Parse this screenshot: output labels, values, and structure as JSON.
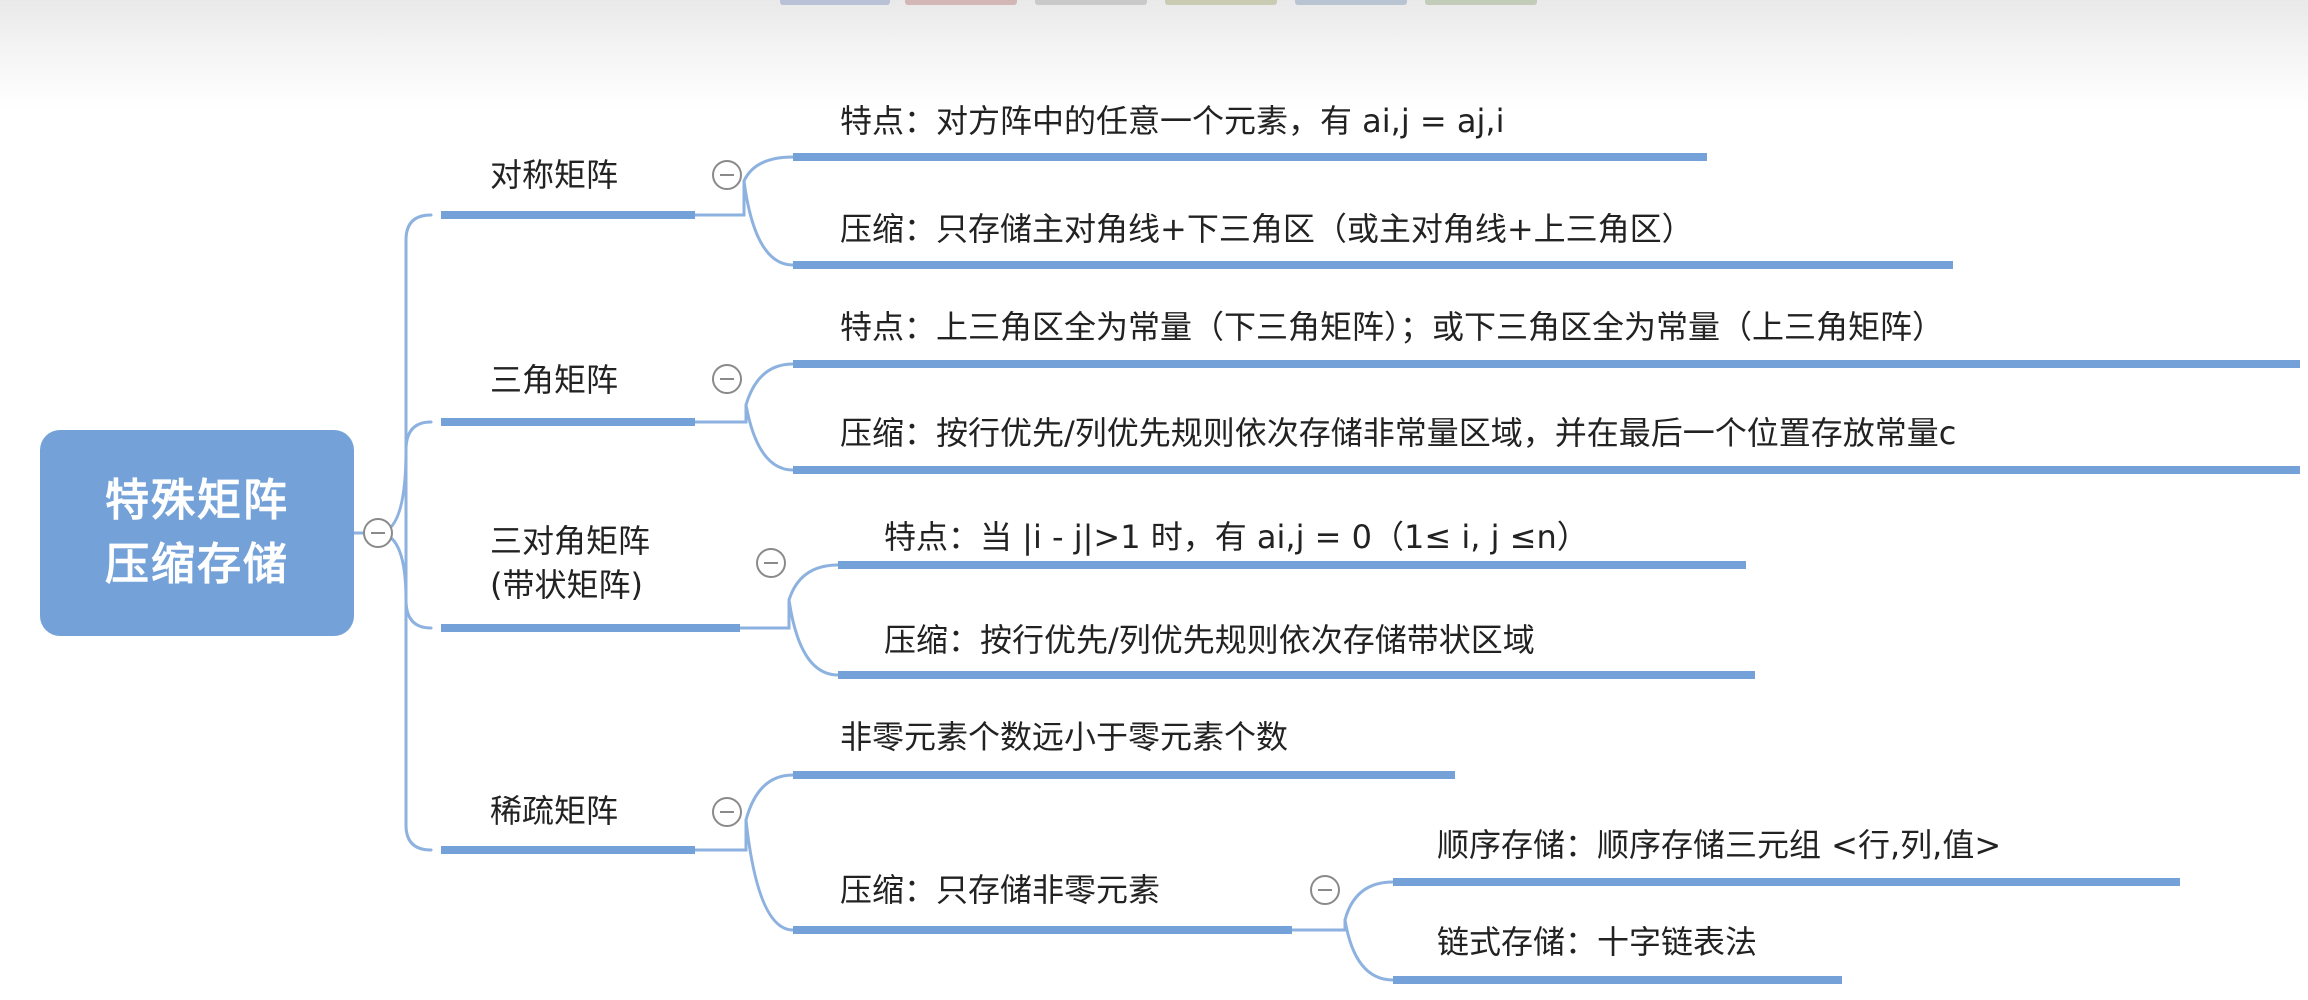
{
  "colors": {
    "root_fill": "#74a2d8",
    "line": "#74a2d8",
    "connector": "#8db2df",
    "text": "#222222"
  },
  "root": {
    "line1": "特殊矩阵",
    "line2": "压缩存储"
  },
  "branches": [
    {
      "title": "对称矩阵",
      "children": [
        {
          "text": "特点：对方阵中的任意一个元素，有 ai,j = aj,i"
        },
        {
          "text": "压缩：只存储主对角线+下三角区（或主对角线+上三角区）"
        }
      ]
    },
    {
      "title": "三角矩阵",
      "children": [
        {
          "text": "特点：上三角区全为常量（下三角矩阵）；或下三角区全为常量（上三角矩阵）"
        },
        {
          "text": "压缩：按行优先/列优先规则依次存储非常量区域，并在最后一个位置存放常量c"
        }
      ]
    },
    {
      "title_line1": "三对角矩阵",
      "title_line2": "(带状矩阵)",
      "children": [
        {
          "text": "特点：当 |i - j|>1 时，有 ai,j = 0（1≤ i, j ≤n）"
        },
        {
          "text": "压缩：按行优先/列优先规则依次存储带状区域"
        }
      ]
    },
    {
      "title": "稀疏矩阵",
      "children": [
        {
          "text": "非零元素个数远小于零元素个数"
        },
        {
          "text": "压缩：只存储非零元素",
          "children": [
            {
              "text": "顺序存储：顺序存储三元组 <行,列,值>"
            },
            {
              "text": "链式存储：十字链表法"
            }
          ]
        }
      ]
    }
  ]
}
